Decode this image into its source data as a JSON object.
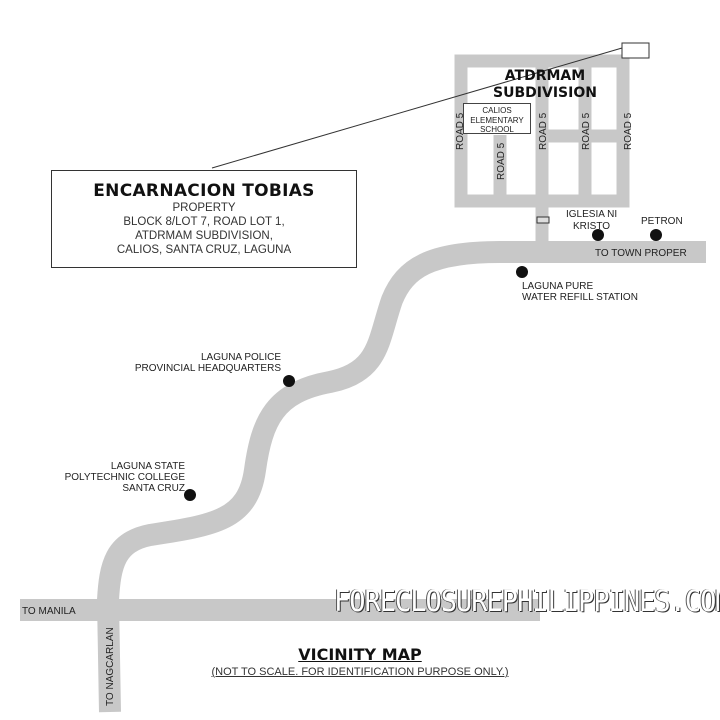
{
  "property": {
    "owner": "ENCARNACION TOBIAS",
    "type": "PROPERTY",
    "lines": [
      "BLOCK 8/LOT 7, ROAD LOT 1,",
      "ATDRMAM SUBDIVISION,",
      "CALIOS, SANTA CRUZ, LAGUNA"
    ]
  },
  "subdivision": {
    "line1": "ATDRMAM",
    "line2": "SUBDIVISION"
  },
  "school": [
    "CALIOS",
    "ELEMENTARY",
    "SCHOOL"
  ],
  "road_label": "ROAD 5",
  "landmarks": {
    "iglesia": [
      "IGLESIA NI",
      "KRISTO"
    ],
    "petron": "PETRON",
    "water": [
      "LAGUNA PURE",
      "WATER REFILL STATION"
    ],
    "police": [
      "LAGUNA POLICE",
      "PROVINCIAL HEADQUARTERS"
    ],
    "college": [
      "LAGUNA STATE",
      "POLYTECHNIC COLLEGE",
      "SANTA CRUZ"
    ]
  },
  "directions": {
    "town": "TO TOWN PROPER",
    "manila": "TO MANILA",
    "nagcarlan": "TO NAGCARLAN"
  },
  "footer": {
    "title": "VICINITY MAP",
    "note": "(NOT TO SCALE. FOR IDENTIFICATION PURPOSE ONLY.)"
  },
  "watermark": "FORECLOSUREPHILIPPINES.COM",
  "colors": {
    "road": "#c8c8c8",
    "marker": "#111111"
  }
}
